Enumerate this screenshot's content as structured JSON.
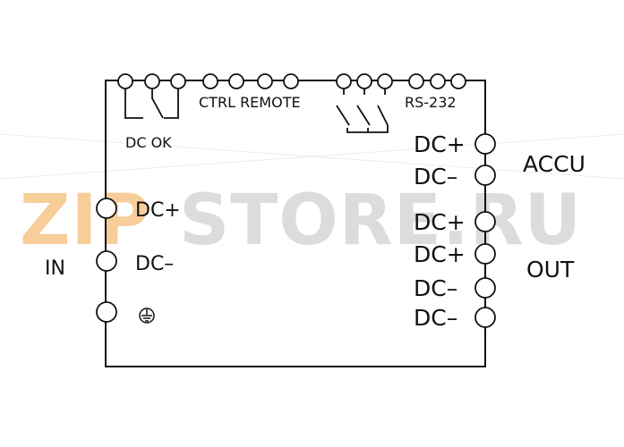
{
  "watermark": {
    "brand_left": "ZIP",
    "brand_right": "STORE.RU",
    "color_left": "#f7c88f",
    "color_right": "#d9d9d9"
  },
  "top_labels": {
    "dc_ok": "DC OK",
    "ctrl_remote": "CTRL REMOTE",
    "rs232": "RS-232"
  },
  "left_terminals": {
    "dc_plus": "DC+",
    "dc_minus": "DC–",
    "group_label": "IN",
    "ground_icon": "protective-earth-ground-symbol"
  },
  "right_terminals": {
    "accu": {
      "group_label": "ACCU",
      "labels": [
        "DC+",
        "DC–"
      ]
    },
    "out": {
      "group_label": "OUT",
      "labels": [
        "DC+",
        "DC+",
        "DC–",
        "DC–"
      ]
    }
  },
  "colors": {
    "line": "#111111"
  }
}
